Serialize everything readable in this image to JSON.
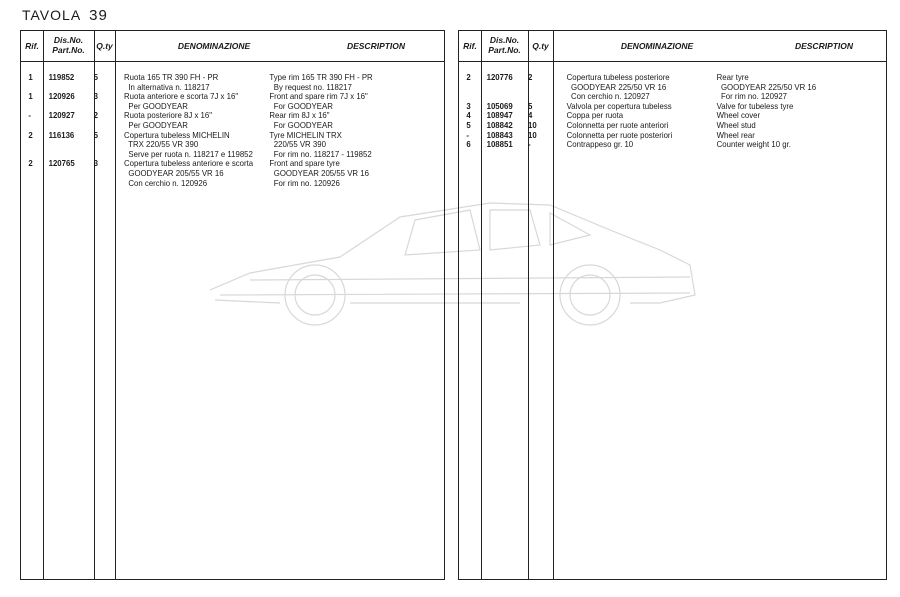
{
  "page": {
    "title": "TAVOLA",
    "number": "39"
  },
  "headers": {
    "rif": "Rif.",
    "dis": "Dis.No.",
    "part": "Part.No.",
    "qty": "Q.ty",
    "denominazione": "DENOMINAZIONE",
    "description": "DESCRIPTION"
  },
  "left_rows": [
    {
      "rif": "1",
      "part": "119852",
      "qty": "5",
      "den": [
        "Ruota 165 TR 390 FH - PR",
        "  In alternativa n. 118217"
      ],
      "desc": [
        "Type rim 165 TR 390 FH - PR",
        "  By request no. 118217"
      ]
    },
    {
      "rif": "1",
      "part": "120926",
      "qty": "3",
      "den": [
        "Ruota anteriore e scorta 7J x 16\"",
        "  Per GOODYEAR"
      ],
      "desc": [
        "Front and spare rim 7J x 16\"",
        "  For GOODYEAR"
      ]
    },
    {
      "rif": "-",
      "part": "120927",
      "qty": "2",
      "den": [
        "Ruota posteriore 8J x 16\"",
        "  Per GOODYEAR"
      ],
      "desc": [
        "Rear rim 8J x 16\"",
        "  For GOODYEAR"
      ]
    },
    {
      "rif": "2",
      "part": "116136",
      "qty": "5",
      "den": [
        "Copertura tubeless MICHELIN",
        "  TRX 220/55 VR 390",
        "  Serve per ruota n. 118217 e 119852"
      ],
      "desc": [
        "Tyre MICHELIN TRX",
        "  220/55 VR 390",
        "  For rim no. 118217 - 119852"
      ]
    },
    {
      "rif": "2",
      "part": "120765",
      "qty": "3",
      "den": [
        "Copertura tubeless anteriore e scorta",
        "  GOODYEAR 205/55 VR 16",
        "  Con cerchio n. 120926"
      ],
      "desc": [
        "Front and spare tyre",
        "  GOODYEAR 205/55 VR 16",
        "  For rim no. 120926"
      ]
    }
  ],
  "right_rows": [
    {
      "rif": "2",
      "part": "120776",
      "qty": "2",
      "den": [
        "Copertura tubeless posteriore",
        "  GOODYEAR 225/50 VR 16",
        "  Con cerchio n. 120927"
      ],
      "desc": [
        "Rear tyre",
        "  GOODYEAR 225/50 VR 16",
        "  For rim no. 120927"
      ]
    },
    {
      "rif": "3",
      "part": "105069",
      "qty": "5",
      "den": [
        "Valvola per copertura tubeless"
      ],
      "desc": [
        "Valve for tubeless tyre"
      ]
    },
    {
      "rif": "4",
      "part": "108947",
      "qty": "4",
      "den": [
        "Coppa per ruota"
      ],
      "desc": [
        "Wheel cover"
      ]
    },
    {
      "rif": "5",
      "part": "108842",
      "qty": "10",
      "den": [
        "Colonnetta per ruote anteriori"
      ],
      "desc": [
        "Wheel stud"
      ]
    },
    {
      "rif": "-",
      "part": "108843",
      "qty": "10",
      "den": [
        "Colonnetta per ruote posteriori"
      ],
      "desc": [
        "Wheel rear"
      ]
    },
    {
      "rif": "6",
      "part": "108851",
      "qty": "-",
      "den": [
        "Contrappeso gr. 10"
      ],
      "desc": [
        "Counter weight 10 gr."
      ]
    }
  ]
}
